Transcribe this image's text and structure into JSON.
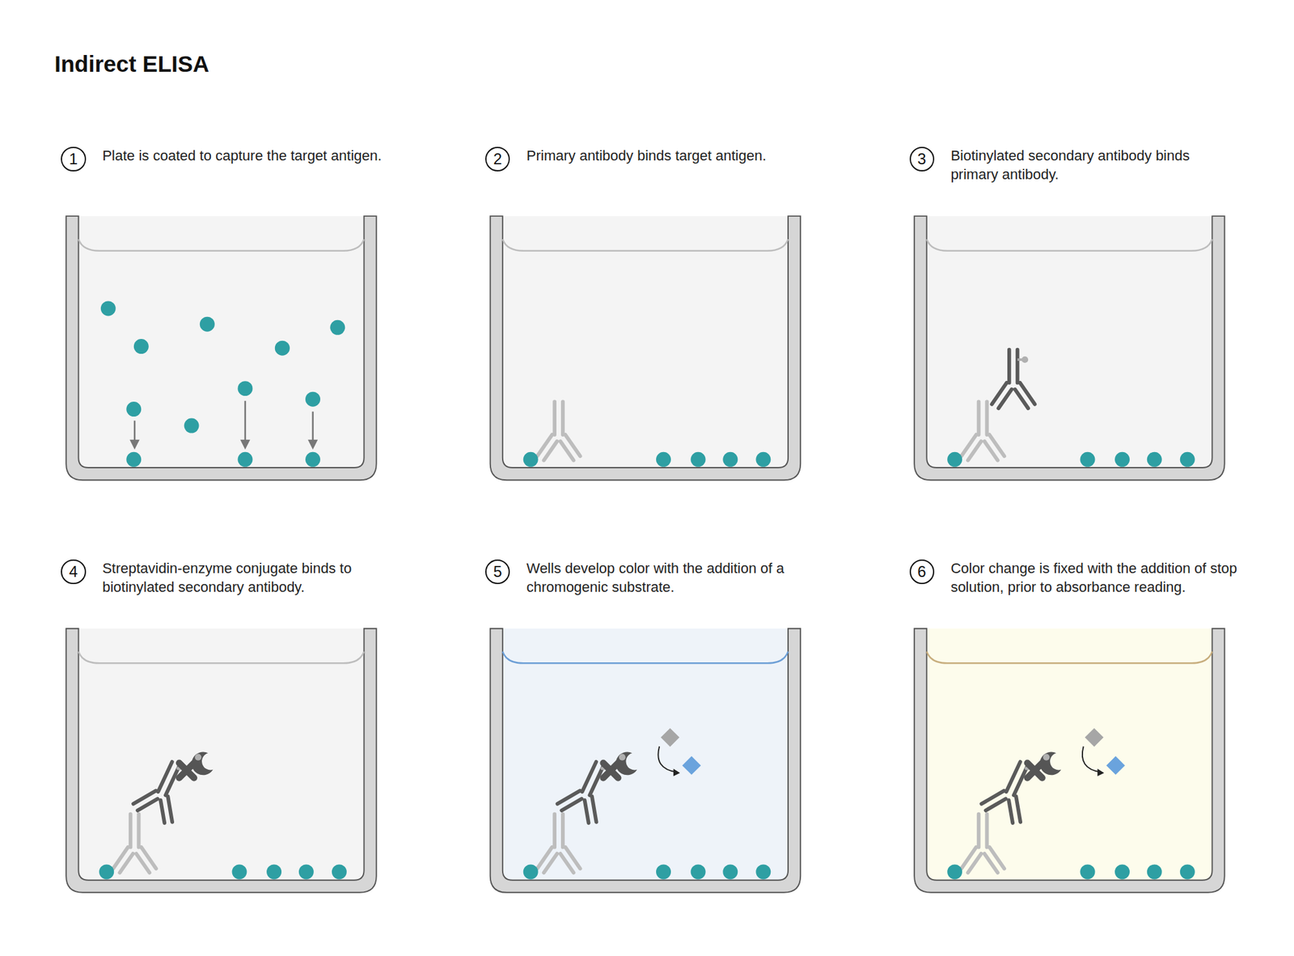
{
  "diagram": {
    "title": "Indirect ELISA",
    "nodes": [
      {
        "text": [
          "1"
        ]
      },
      {
        "text": [
          "2"
        ]
      },
      {
        "text": [
          "3"
        ]
      },
      {
        "text": [
          "4"
        ]
      },
      {
        "text": [
          "5"
        ]
      },
      {
        "text": [
          "6"
        ]
      }
    ],
    "labels": [
      "Plate is coated to capture the target antigen.",
      "Primary antibody binds target antigen.",
      "Biotinylated secondary antibody binds primary antibody.",
      "Streptavidin-enzyme conjugate binds to biotinylated secondary antibody.",
      "Wells develop color with the addition of a chromogenic substrate.",
      "Color change is fixed with the addition of stop solution, prior to absorbance reading."
    ]
  }
}
